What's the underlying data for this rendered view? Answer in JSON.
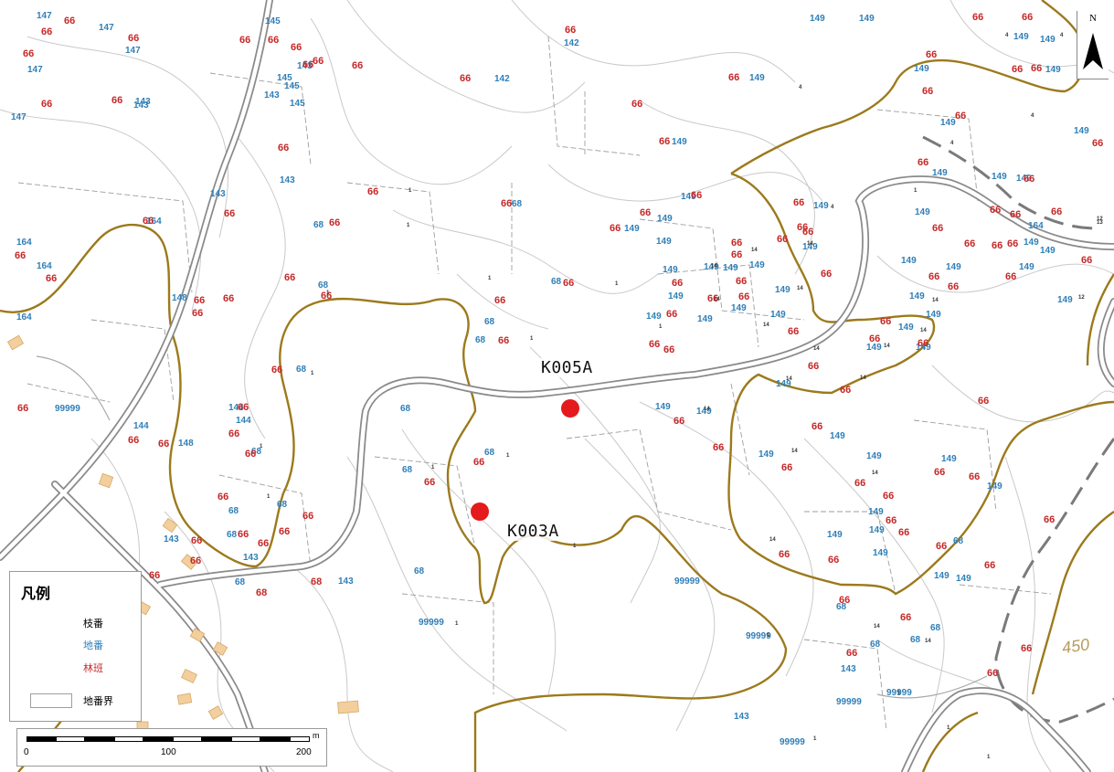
{
  "legend": {
    "title": "凡例",
    "branch": "枝番",
    "parcel": "地番",
    "forest": "林班",
    "boundary": "地番界"
  },
  "north": "N",
  "scale": {
    "unit": "m",
    "ticks": [
      "0",
      "100",
      "200"
    ]
  },
  "samples": [
    {
      "id": "K005A"
    },
    {
      "id": "K003A"
    }
  ],
  "contour_label": "450",
  "colors": {
    "parcel": "#2f7fb8",
    "forest": "#c62828",
    "boundary": "#b8860b",
    "road": "#6d6d6d",
    "sample": "#e41a1c"
  },
  "parcel_labels": [
    "147",
    "147",
    "147",
    "143",
    "145",
    "145",
    "142",
    "142",
    "143",
    "143",
    "143",
    "147",
    "147",
    "143",
    "145",
    "145",
    "149",
    "149",
    "149",
    "149",
    "149",
    "149",
    "149",
    "149",
    "149",
    "149",
    "149",
    "149",
    "149",
    "149",
    "149",
    "149",
    "149",
    "149",
    "149",
    "149",
    "149",
    "149",
    "149",
    "149",
    "149",
    "149",
    "149",
    "149",
    "149",
    "149",
    "149",
    "149",
    "149",
    "149",
    "149",
    "149",
    "149",
    "149",
    "149",
    "149",
    "149",
    "149",
    "149",
    "149",
    "149",
    "149",
    "149",
    "149",
    "149",
    "149",
    "149",
    "149",
    "149",
    "149",
    "149",
    "68",
    "68",
    "68",
    "68",
    "68",
    "68",
    "68",
    "68",
    "68",
    "68",
    "68",
    "68",
    "68",
    "68",
    "68",
    "68",
    "68",
    "68",
    "68",
    "68",
    "68",
    "99999",
    "99999",
    "99999",
    "99999",
    "99999",
    "99999",
    "99999",
    "143",
    "143",
    "143",
    "143",
    "143",
    "143",
    "144",
    "144",
    "144",
    "148",
    "148",
    "164",
    "164",
    "164",
    "164",
    "164"
  ],
  "forest_labels": [
    "66",
    "66",
    "66",
    "66",
    "66",
    "66",
    "66",
    "66",
    "66",
    "66",
    "66",
    "66",
    "66",
    "66",
    "66",
    "66",
    "66",
    "66",
    "66",
    "66",
    "66",
    "66",
    "66",
    "66",
    "66",
    "66",
    "66",
    "66",
    "66",
    "66",
    "66",
    "66",
    "66",
    "66",
    "66",
    "66",
    "66",
    "66",
    "66",
    "66",
    "66",
    "66",
    "66",
    "66",
    "66",
    "66",
    "66",
    "66",
    "66",
    "66",
    "66",
    "66",
    "66",
    "66",
    "66",
    "66",
    "66",
    "66",
    "66",
    "66",
    "66",
    "66",
    "66",
    "66",
    "66",
    "66",
    "66",
    "66",
    "66",
    "66",
    "66",
    "66",
    "66",
    "66",
    "66",
    "66",
    "66",
    "66",
    "66",
    "66",
    "66",
    "66",
    "66",
    "66",
    "66",
    "66",
    "66",
    "66",
    "66",
    "66",
    "66",
    "66",
    "66",
    "66",
    "66",
    "66",
    "66",
    "66",
    "66",
    "66",
    "66",
    "66",
    "66",
    "66",
    "66",
    "66",
    "66",
    "66",
    "66",
    "66",
    "66",
    "66",
    "66",
    "66",
    "66",
    "68",
    "68"
  ],
  "branch_labels": [
    "1",
    "1",
    "1",
    "1",
    "1",
    "1",
    "1",
    "1",
    "1",
    "1",
    "1",
    "1",
    "1",
    "1",
    "1",
    "1",
    "1",
    "1",
    "1",
    "1",
    "14",
    "14",
    "14",
    "14",
    "14",
    "14",
    "14",
    "14",
    "14",
    "14",
    "14",
    "14",
    "14",
    "14",
    "14",
    "14",
    "14",
    "14",
    "4",
    "4",
    "4",
    "4",
    "4",
    "4",
    "12",
    "12",
    "13"
  ]
}
